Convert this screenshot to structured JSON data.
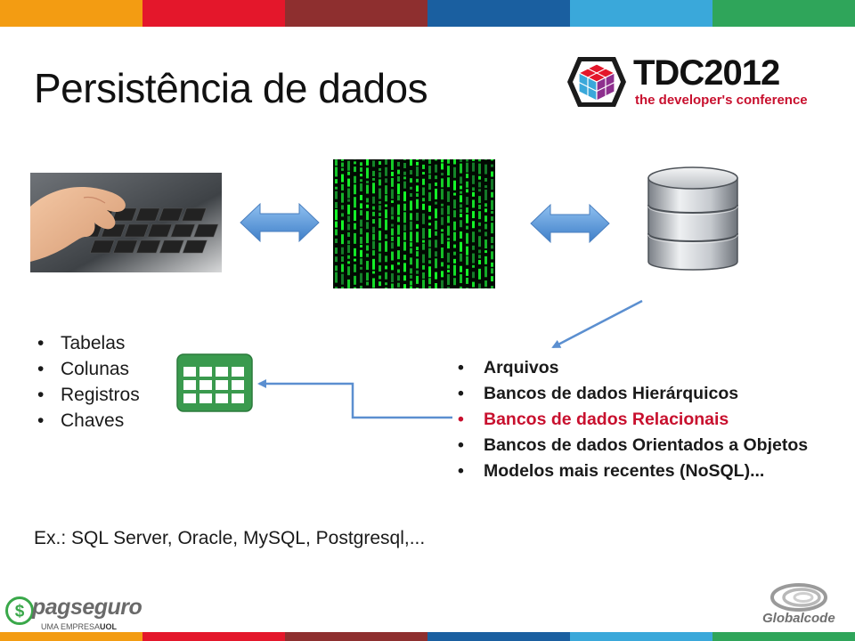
{
  "colors": {
    "top_bar": [
      "#f39c12",
      "#e4172b",
      "#8e2f2f",
      "#1a5fa0",
      "#3aa8da",
      "#2fa55a"
    ],
    "highlight": "#c8102e",
    "arrow_fill": "#5a9de0",
    "connector": "#5b8fd0"
  },
  "slide": {
    "title": "Persistência de dados",
    "tdc_logo": {
      "big_text": "TDC2012",
      "subtitle": "the developer's conference"
    },
    "images": {
      "keyboard": "typing-hand-photo",
      "matrix": "matrix-code-photo",
      "database": "database-icon",
      "spreadsheet": "table-icon"
    },
    "left_list": [
      "Tabelas",
      "Colunas",
      "Registros",
      "Chaves"
    ],
    "right_list": [
      {
        "text": "Arquivos",
        "highlight": false
      },
      {
        "text": "Bancos de dados Hierárquicos",
        "highlight": false
      },
      {
        "text": "Bancos de dados Relacionais",
        "highlight": true
      },
      {
        "text": "Bancos de dados Orientados a Objetos",
        "highlight": false
      },
      {
        "text": "Modelos mais recentes (NoSQL)...",
        "highlight": false
      }
    ],
    "example": "Ex.: SQL Server, Oracle, MySQL, Postgresql,..."
  },
  "footer": {
    "pagseguro": {
      "name": "pagseguro",
      "tagline_prefix": "UMA EMPRESA",
      "tagline_brand": "UOL"
    },
    "globalcode": {
      "name": "Globalcode"
    }
  }
}
